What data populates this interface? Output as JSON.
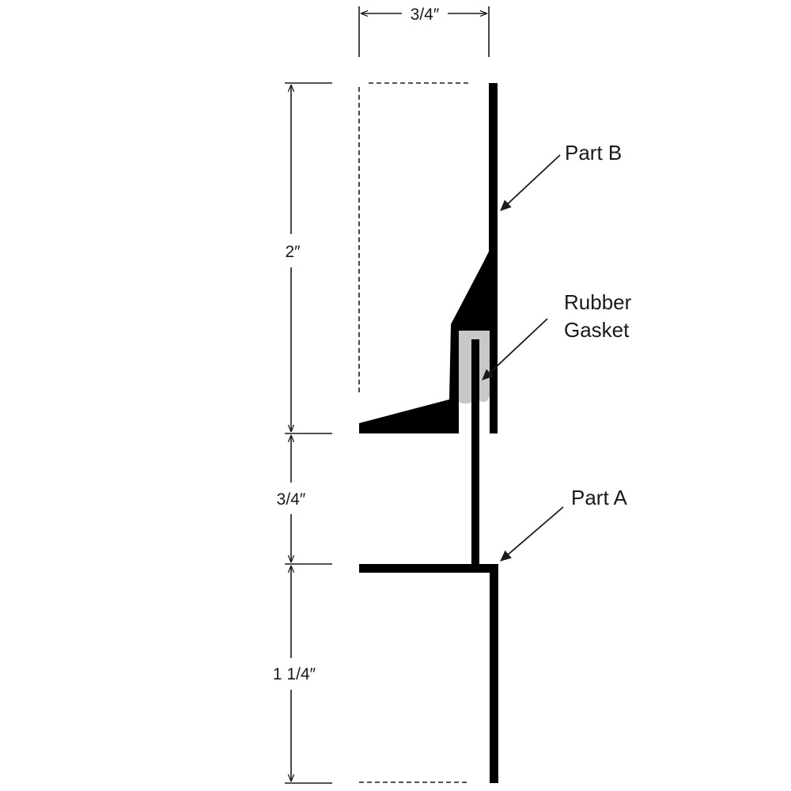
{
  "diagram": {
    "dimensions": {
      "width_top": "3/4″",
      "height_upper": "2″",
      "height_middle": "3/4″",
      "height_lower": "1 1/4″"
    },
    "callouts": {
      "part_b": "Part B",
      "gasket_line1": "Rubber",
      "gasket_line2": "Gasket",
      "part_a": "Part A"
    },
    "colors": {
      "profile": "#000000",
      "gasket": "#c8c8c8",
      "dimension_line": "#1a1a1a"
    }
  }
}
